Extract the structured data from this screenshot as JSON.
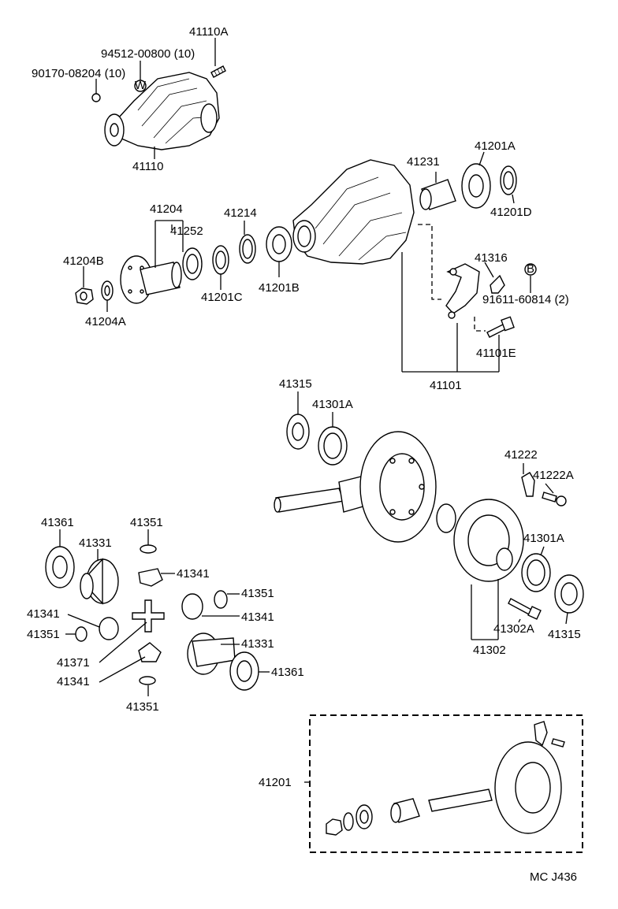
{
  "diagram": {
    "catalog_code": "MC J436",
    "labels": {
      "p41110A": "41110A",
      "p94512": "94512-00800 (10)",
      "p90170": "90170-08204 (10)",
      "p41110": "41110",
      "p41231": "41231",
      "p41201A": "41201A",
      "p41201D": "41201D",
      "p41204": "41204",
      "p41214": "41214",
      "p41252": "41252",
      "p41204B": "41204B",
      "p41204A": "41204A",
      "p41201C": "41201C",
      "p41201B": "41201B",
      "p41316": "41316",
      "p91611": "91611-60814 (2)",
      "p41101E": "41101E",
      "p41101": "41101",
      "p41315_top": "41315",
      "p41301A_top": "41301A",
      "p41222": "41222",
      "p41222A": "41222A",
      "p41361_l": "41361",
      "p41351_t": "41351",
      "p41331_l": "41331",
      "p41341_a": "41341",
      "p41351_b": "41351",
      "p41341_b": "41341",
      "p41341_l": "41341",
      "p41351_l": "41351",
      "p41331_r": "41331",
      "p41371": "41371",
      "p41361_r": "41361",
      "p41341_c": "41341",
      "p41351_bt": "41351",
      "p41301A_r": "41301A",
      "p41302A": "41302A",
      "p41315_r": "41315",
      "p41302": "41302",
      "p41201": "41201"
    },
    "markers": {
      "w": "W",
      "b": "B"
    }
  }
}
